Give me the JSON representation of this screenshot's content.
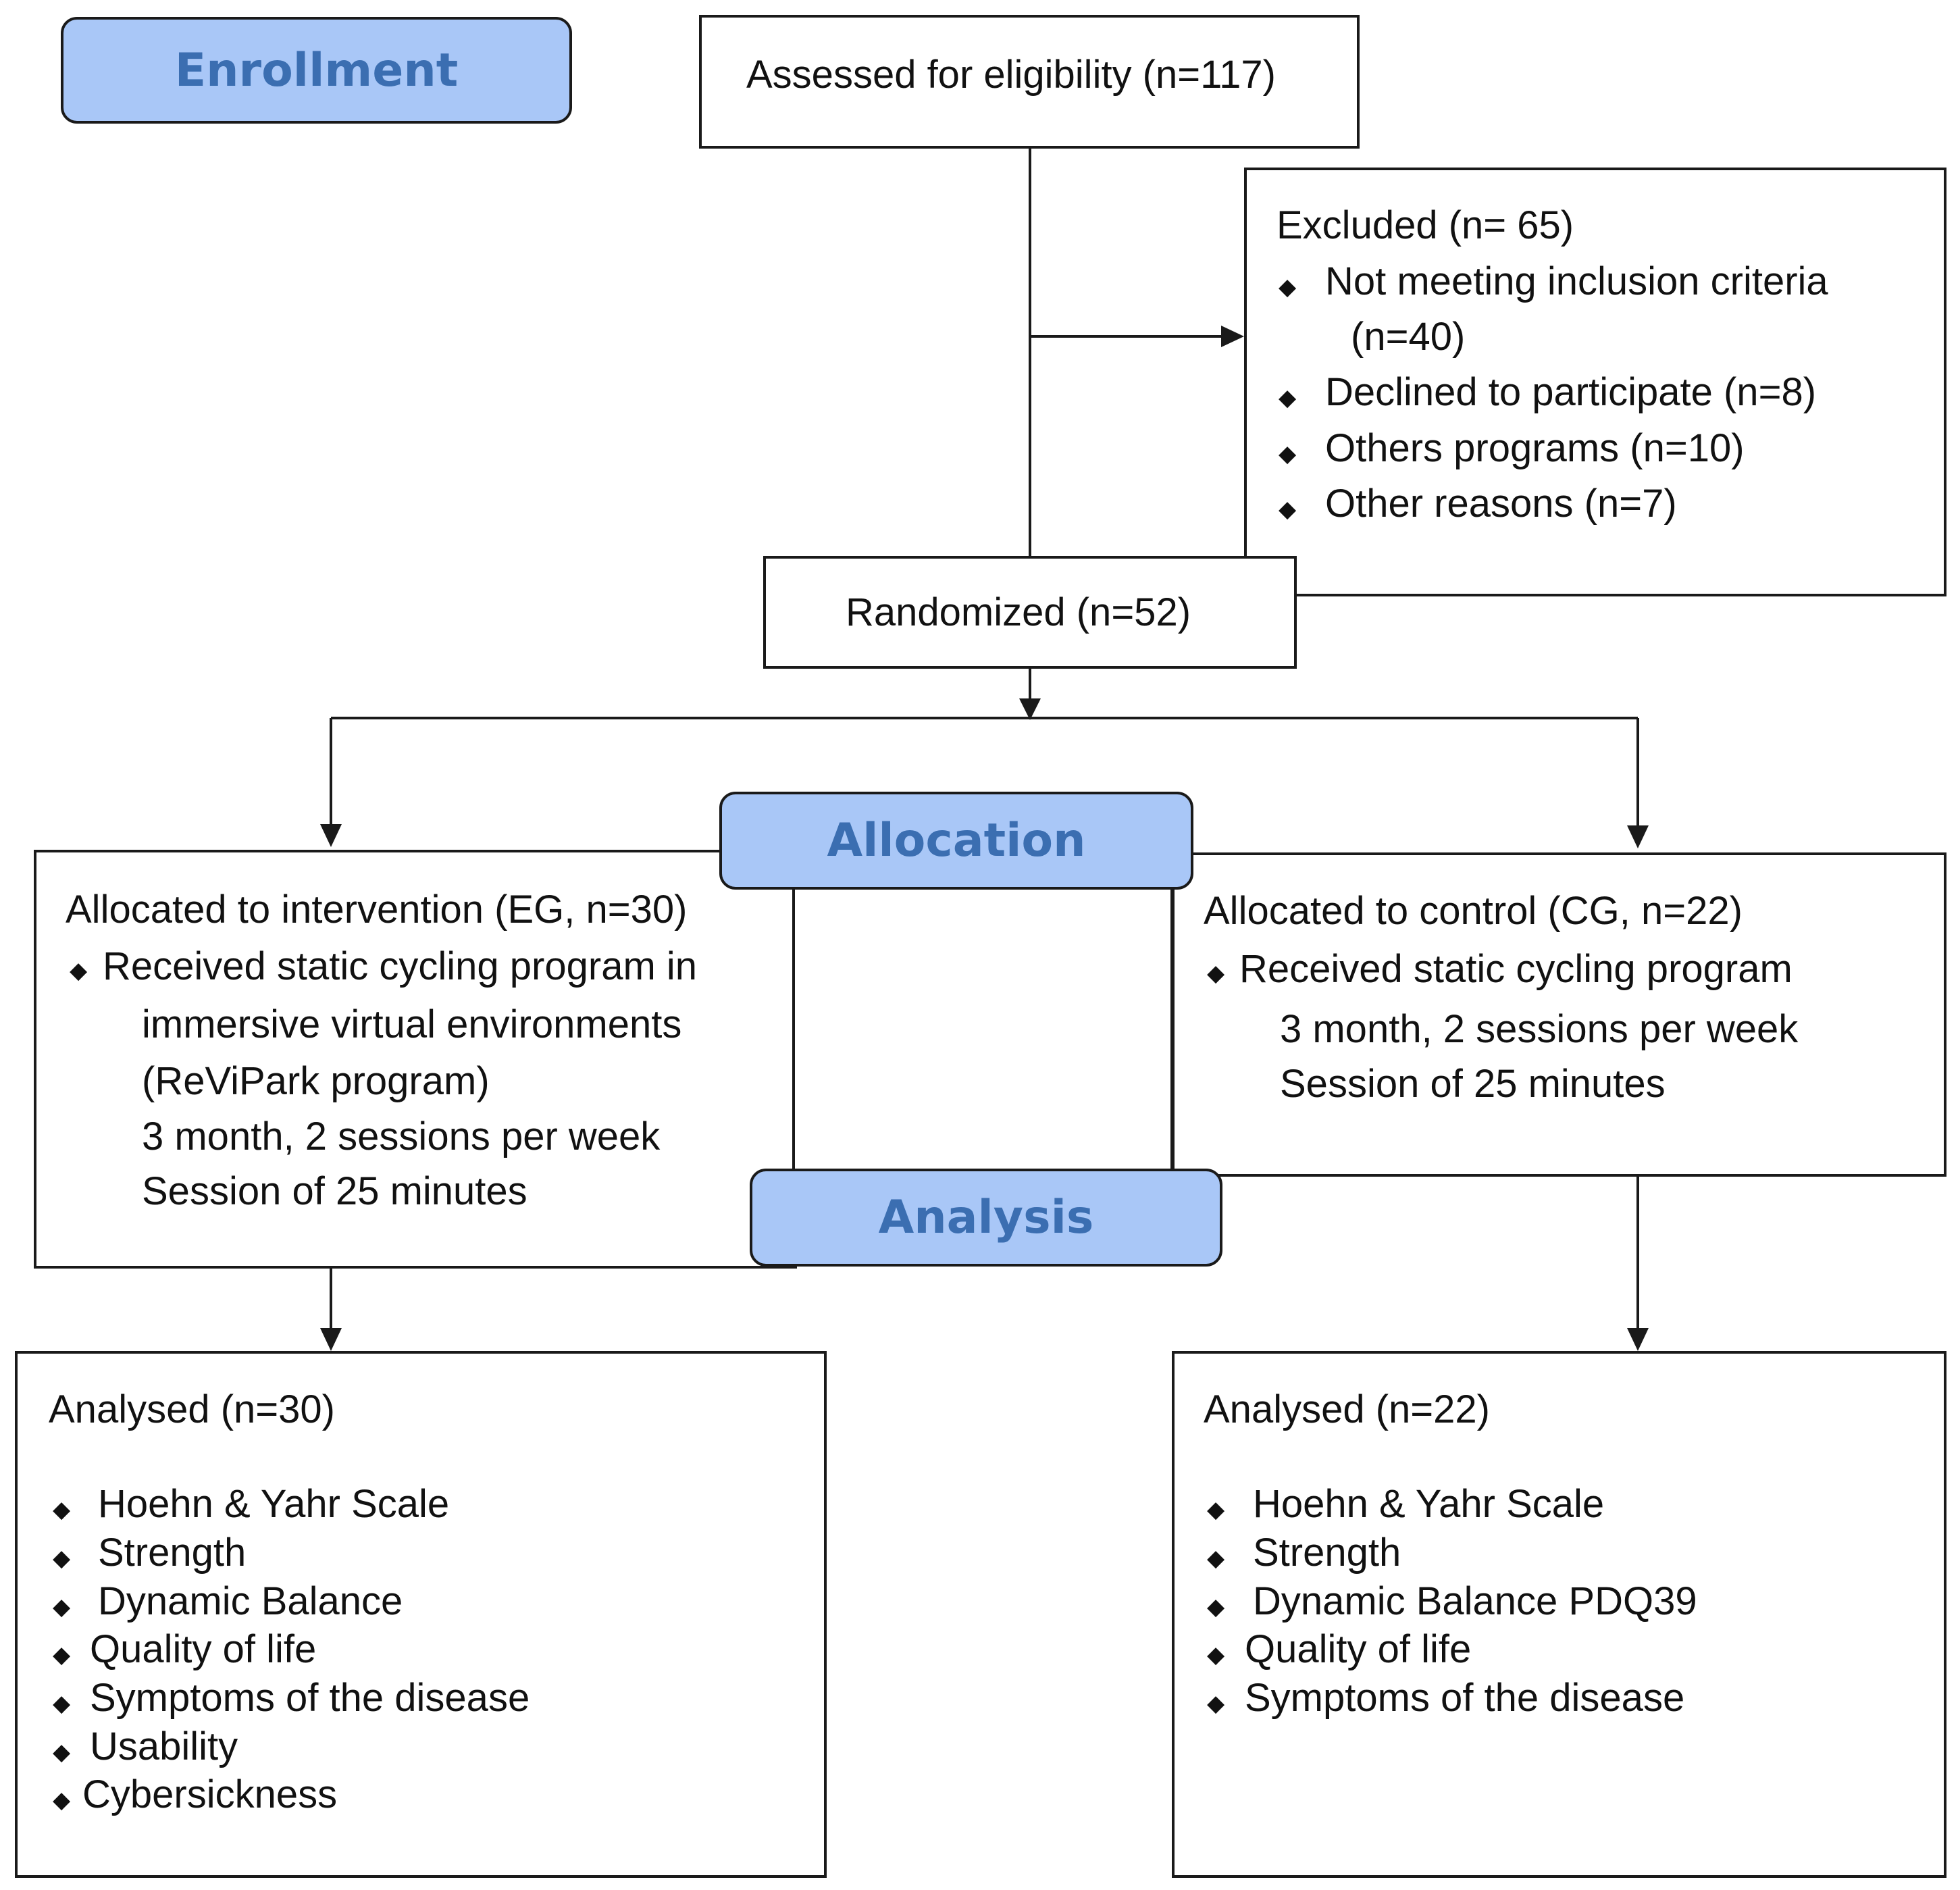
{
  "stages": {
    "enrollment": "Enrollment",
    "allocation": "Allocation",
    "analysis": "Analysis"
  },
  "assessed": "Assessed for eligibility (n=117)",
  "excluded": {
    "title": "Excluded (n= 65)",
    "item1_line1": "Not meeting inclusion criteria",
    "item1_line2": "(n=40)",
    "item2": "Declined to participate (n=8)",
    "item3": "Others programs (n=10)",
    "item4": "Other reasons (n=7)"
  },
  "randomized": "Randomized (n=52)",
  "intervention": {
    "title": "Allocated to intervention (EG, n=30)",
    "line1": "Received static cycling program in",
    "line2": "immersive virtual environments",
    "line3": "(ReViPark program)",
    "line4": "3 month, 2 sessions per week",
    "line5": "Session of 25 minutes"
  },
  "control": {
    "title": "Allocated to control (CG, n=22)",
    "line1": "Received static cycling program",
    "line2": "3 month, 2 sessions per week",
    "line3": "Session of 25 minutes"
  },
  "analysed_eg": {
    "title": "Analysed (n=30)",
    "items": [
      "Hoehn & Yahr Scale",
      "Strength",
      "Dynamic Balance",
      "Quality of life",
      "Symptoms of the disease",
      "Usability",
      "Cybersickness"
    ]
  },
  "analysed_cg": {
    "title": "Analysed (n=22)",
    "items": [
      "Hoehn & Yahr Scale",
      "Strength",
      "Dynamic Balance PDQ39",
      "Quality of life",
      "Symptoms of the disease"
    ]
  },
  "bullet_glyph": "◆"
}
